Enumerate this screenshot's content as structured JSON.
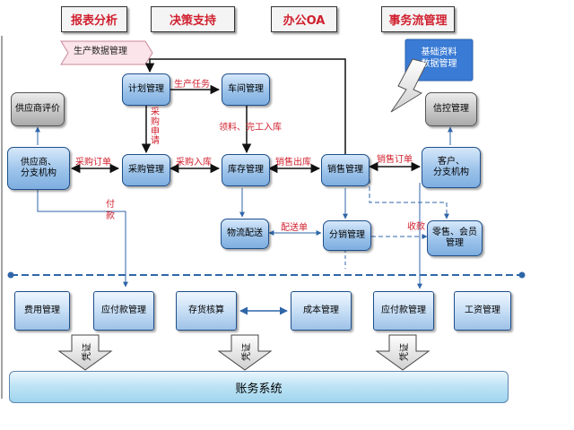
{
  "tabs": [
    {
      "label": "报表分析"
    },
    {
      "label": "决策支持"
    },
    {
      "label": "办公OA"
    },
    {
      "label": "事务流管理"
    }
  ],
  "production_label": "生产数据管理",
  "basic_data_label": "基础资料\n数据管理",
  "nodes": {
    "plan": "计划管理",
    "workshop": "车间管理",
    "supplier_eval": "供应商评价",
    "supplier": "供应商、\n分支机构",
    "purchase": "采购管理",
    "inventory": "库存管理",
    "sales": "销售管理",
    "customer": "客户、\n分支机构",
    "credit": "信控管理",
    "logistics": "物流配送",
    "distribution": "分销管理",
    "retail": "零售、会员\n管理"
  },
  "modules": {
    "expense": "费用管理",
    "payable": "应付款管理",
    "stock_accounting": "存货核算",
    "cost": "成本管理",
    "receivable": "应付款管理",
    "salary": "工资管理"
  },
  "flow_labels": {
    "production_task": "生产任务",
    "purchase_request": "采\n购\n申\n请",
    "material_inbound": "领料、完工入库",
    "purchase_order": "采购订单",
    "purchase_inbound": "采购入库",
    "sales_outbound": "销售出库",
    "sales_order": "销售订单",
    "payment": "付\n款",
    "delivery_note": "配送单",
    "collection": "收款"
  },
  "voucher_label": "凭证",
  "ledger_label": "账务系统"
}
